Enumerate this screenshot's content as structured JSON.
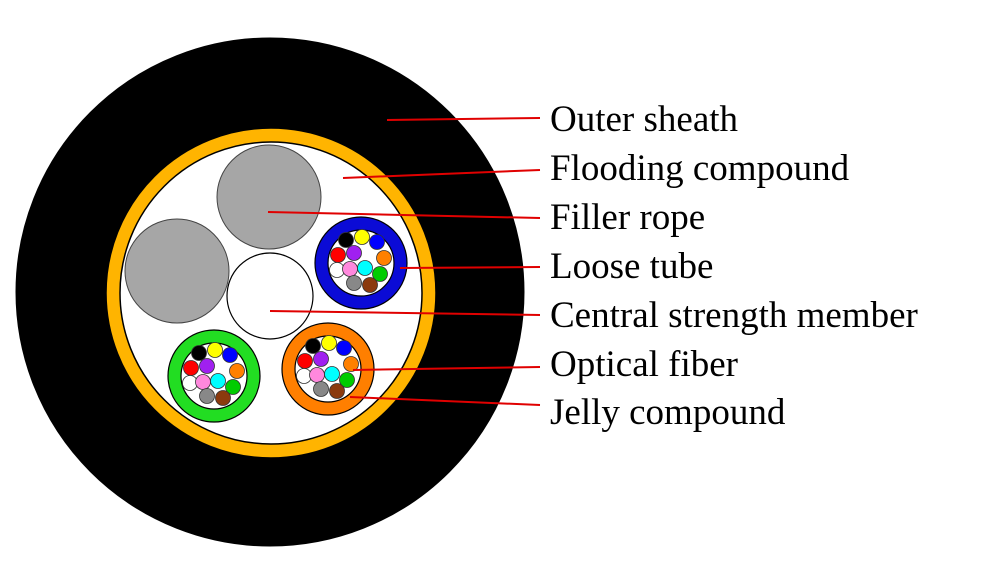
{
  "labels": {
    "outer_sheath": "Outer sheath",
    "flooding_compound": "Flooding compound",
    "filler_rope": "Filler rope",
    "loose_tube": "Loose tube",
    "central_strength_member": "Central strength member",
    "optical_fiber": "Optical fiber",
    "jelly_compound": "Jelly compound"
  },
  "colors": {
    "outer_sheath": "#000000",
    "binder_tape": "#FFB400",
    "flooding_compound": "#FFFFFF",
    "filler_rope": "#A6A6A6",
    "leader_line": "#E00000",
    "tube_blue": "#0B0BD6",
    "tube_green": "#22DD22",
    "tube_orange": "#FF7F00",
    "fiber_colors": [
      "#000000",
      "#FFFF00",
      "#0000FF",
      "#FF0000",
      "#A020F0",
      "#FF8000",
      "#FFFFFF",
      "#FF88DD",
      "#00FFFF",
      "#00CC00",
      "#888888",
      "#8B3A0E"
    ]
  }
}
